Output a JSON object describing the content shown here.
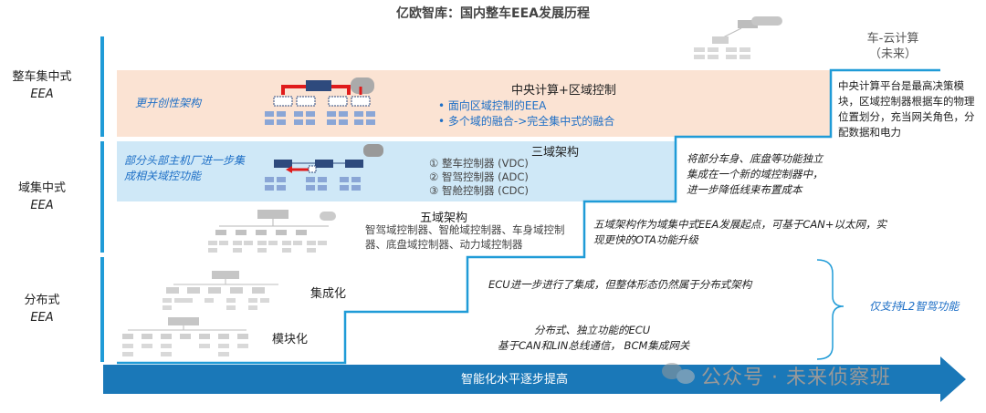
{
  "title": "亿欧智库：国内整车EEA发展历程",
  "levels": [
    {
      "zh": "整车集中式",
      "en": "EEA"
    },
    {
      "zh": "域集中式",
      "en": "EEA"
    },
    {
      "zh": "分布式",
      "en": "EEA"
    }
  ],
  "future": {
    "line1": "车-云计算",
    "line2": "（未来）"
  },
  "central": {
    "left_note": "更开创性架构",
    "heading": "中央计算+区域控制",
    "bullets": [
      "面向区域控制的EEA",
      "多个域的融合->完全集中式的融合"
    ],
    "right_note": "中央计算平台是最高决策模块，区域控制器根据车的物理位置划分，充当网关角色，分配数据和电力"
  },
  "three_domain": {
    "left_note": "部分头部主机厂进一步集成相关域控功能",
    "heading": "三域架构",
    "items": [
      "①  整车控制器 (VDC)",
      "②  智驾控制器 (ADC)",
      "③  智舱控制器 (CDC)"
    ],
    "right_note": "将部分车身、底盘等功能独立集成在一个新的域控制器中，进一步降低线束布置成本"
  },
  "five_domain": {
    "heading": "五域架构",
    "desc": "智驾域控制器、智舱域控制器、车身域控制器、底盘域控制器、动力域控制器",
    "right_note": "五域架构作为域集中式EEA发展起点，可基于CAN+以太网，实现更快的OTA功能升级"
  },
  "integrated": {
    "label": "集成化",
    "right_note": "ECU进一步进行了集成，但整体形态仍然属于分布式架构"
  },
  "modular": {
    "label": "模块化",
    "right_note_1": "分布式、独立功能的ECU",
    "right_note_2": "基于CAN和LIN总线通信， BCM集成网关"
  },
  "l2_note": "仅支持L2智驾功能",
  "arrow_label": "智能化水平逐步提高",
  "watermark": "公众号 · 未来侦察班",
  "colors": {
    "accent": "#1f9bd7",
    "band_central": "#fbe3d3",
    "band_three": "#cfe8f7",
    "arrow": "#1a78b8",
    "red": "#e01b1b"
  }
}
